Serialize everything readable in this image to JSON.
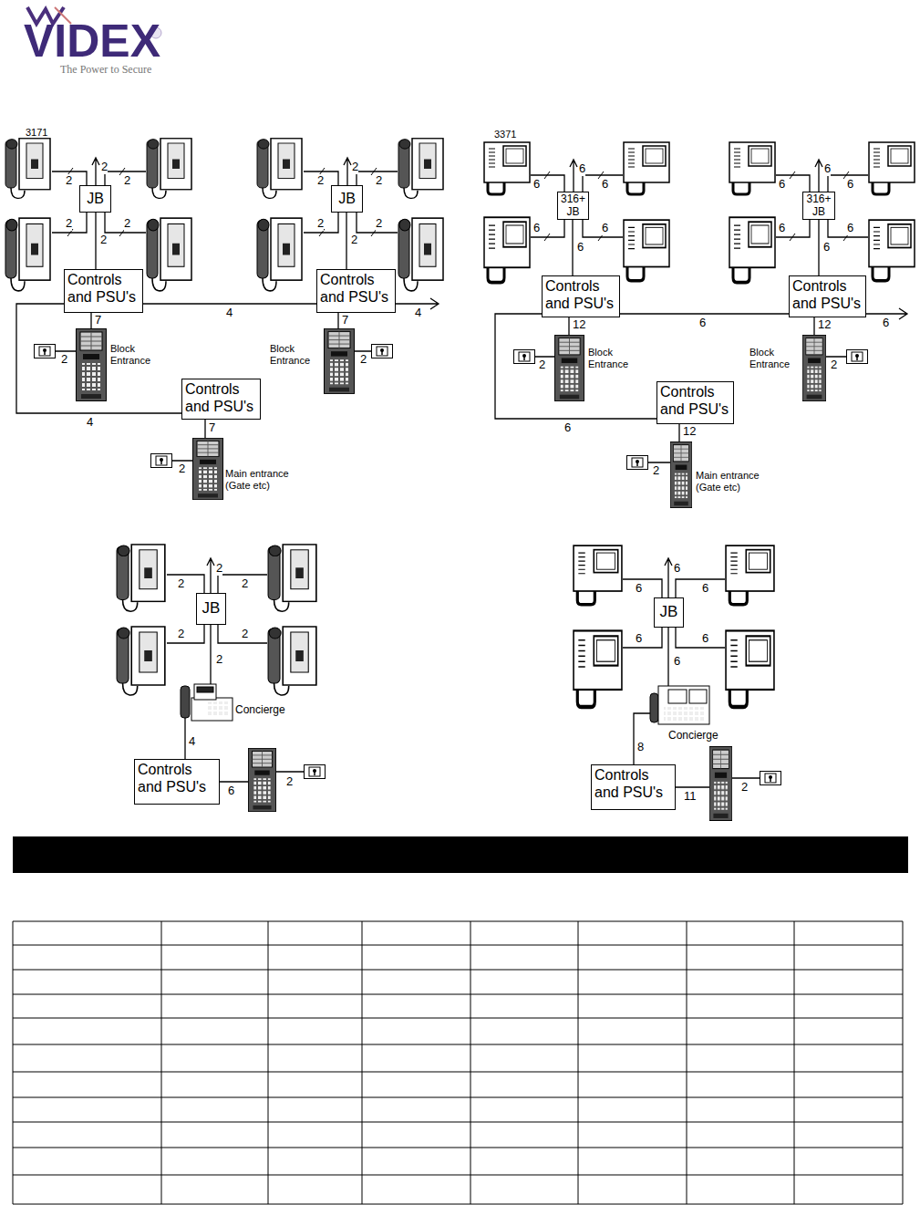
{
  "diagram": {
    "nodes": [
      {
        "text": [
          "JB"
        ]
      },
      {
        "text": [
          "JB"
        ]
      },
      {
        "text": [
          "Controls and PSU's"
        ]
      },
      {
        "text": [
          "Controls and PSU's"
        ]
      },
      {
        "text": [
          "Controls and PSU's"
        ]
      },
      {
        "text": [
          "316+ JB"
        ]
      },
      {
        "text": [
          "316+ JB"
        ]
      },
      {
        "text": [
          "Controls and PSU's"
        ]
      },
      {
        "text": [
          "Controls and PSU's"
        ]
      },
      {
        "text": [
          "Controls and PSU's"
        ]
      },
      {
        "text": [
          "JB"
        ]
      },
      {
        "text": [
          "Controls and PSU's"
        ]
      },
      {
        "text": [
          "JB"
        ]
      },
      {
        "text": [
          "Controls and PSU's"
        ]
      }
    ],
    "edges": [
      {
        "from": 0,
        "to": 2,
        "label": "2",
        "arrow": "none"
      },
      {
        "from": 1,
        "to": 3,
        "label": "2",
        "arrow": "none"
      },
      {
        "from": 2,
        "to": 3,
        "label": "4",
        "arrow": "none"
      },
      {
        "from": 2,
        "to": 4,
        "label": "4",
        "arrow": "none"
      },
      {
        "from": 5,
        "to": 7,
        "label": "6",
        "arrow": "none"
      },
      {
        "from": 6,
        "to": 8,
        "label": "6",
        "arrow": "none"
      },
      {
        "from": 7,
        "to": 8,
        "label": "6",
        "arrow": "none"
      },
      {
        "from": 7,
        "to": 9,
        "label": "6",
        "arrow": "none"
      }
    ],
    "labels": [
      "VIDEX",
      "The Power to Secure",
      "3171",
      "2",
      "2",
      "2",
      "2",
      "2",
      "7",
      "2",
      "Block Entrance",
      "2",
      "2",
      "2",
      "2",
      "2",
      "Block Entrance",
      "7",
      "2",
      "4",
      "7",
      "2",
      "Main entrance (Gate etc)",
      "3371",
      "6",
      "6",
      "6",
      "6",
      "6",
      "12",
      "2",
      "Block Entrance",
      "6",
      "6",
      "6",
      "6",
      "6",
      "12",
      "2",
      "Block Entrance",
      "6",
      "12",
      "2",
      "Main entrance (Gate etc)",
      "2",
      "2",
      "2",
      "2",
      "2",
      "2",
      "Concierge",
      "4",
      "6",
      "2",
      "6",
      "6",
      "6",
      "6",
      "6",
      "6",
      "Concierge",
      "8",
      "11",
      "2"
    ]
  }
}
